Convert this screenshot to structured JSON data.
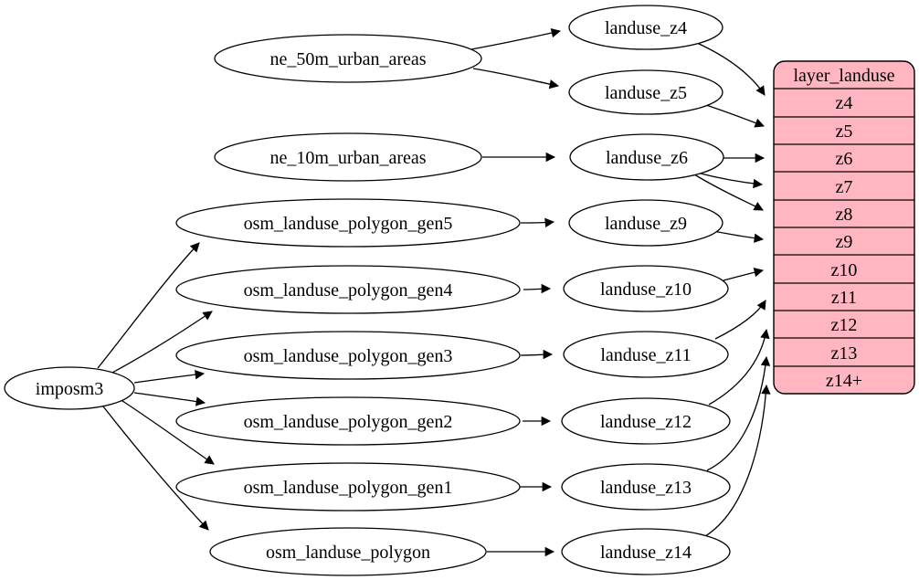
{
  "diagram": {
    "kind": "etl-dependency-graph",
    "colors": {
      "table_fill": "#ffb6c1",
      "node_fill": "#ffffff",
      "stroke": "#000000"
    },
    "nodes": {
      "imposm3": "imposm3",
      "ne_50m": "ne_50m_urban_areas",
      "ne_10m": "ne_10m_urban_areas",
      "gen5": "osm_landuse_polygon_gen5",
      "gen4": "osm_landuse_polygon_gen4",
      "gen3": "osm_landuse_polygon_gen3",
      "gen2": "osm_landuse_polygon_gen2",
      "gen1": "osm_landuse_polygon_gen1",
      "polygon": "osm_landuse_polygon",
      "z4": "landuse_z4",
      "z5": "landuse_z5",
      "z6": "landuse_z6",
      "z9": "landuse_z9",
      "z10": "landuse_z10",
      "z11": "landuse_z11",
      "z12": "landuse_z12",
      "z13": "landuse_z13",
      "z14": "landuse_z14"
    },
    "table": {
      "title": "layer_landuse",
      "rows": [
        "z4",
        "z5",
        "z6",
        "z7",
        "z8",
        "z9",
        "z10",
        "z11",
        "z12",
        "z13",
        "z14+"
      ]
    },
    "edges": [
      {
        "from": "ne_50m_urban_areas",
        "to": "landuse_z4"
      },
      {
        "from": "ne_50m_urban_areas",
        "to": "landuse_z5"
      },
      {
        "from": "ne_10m_urban_areas",
        "to": "landuse_z6"
      },
      {
        "from": "imposm3",
        "to": "osm_landuse_polygon_gen5"
      },
      {
        "from": "imposm3",
        "to": "osm_landuse_polygon_gen4"
      },
      {
        "from": "imposm3",
        "to": "osm_landuse_polygon_gen3"
      },
      {
        "from": "imposm3",
        "to": "osm_landuse_polygon_gen2"
      },
      {
        "from": "imposm3",
        "to": "osm_landuse_polygon_gen1"
      },
      {
        "from": "imposm3",
        "to": "osm_landuse_polygon"
      },
      {
        "from": "osm_landuse_polygon_gen5",
        "to": "landuse_z9"
      },
      {
        "from": "osm_landuse_polygon_gen4",
        "to": "landuse_z10"
      },
      {
        "from": "osm_landuse_polygon_gen3",
        "to": "landuse_z11"
      },
      {
        "from": "osm_landuse_polygon_gen2",
        "to": "landuse_z12"
      },
      {
        "from": "osm_landuse_polygon_gen1",
        "to": "landuse_z13"
      },
      {
        "from": "osm_landuse_polygon",
        "to": "landuse_z14"
      },
      {
        "from": "landuse_z4",
        "to": "layer_landuse:z4"
      },
      {
        "from": "landuse_z5",
        "to": "layer_landuse:z5"
      },
      {
        "from": "landuse_z6",
        "to": "layer_landuse:z6"
      },
      {
        "from": "landuse_z6",
        "to": "layer_landuse:z7"
      },
      {
        "from": "landuse_z6",
        "to": "layer_landuse:z8"
      },
      {
        "from": "landuse_z9",
        "to": "layer_landuse:z9"
      },
      {
        "from": "landuse_z10",
        "to": "layer_landuse:z10"
      },
      {
        "from": "landuse_z11",
        "to": "layer_landuse:z11"
      },
      {
        "from": "landuse_z12",
        "to": "layer_landuse:z12"
      },
      {
        "from": "landuse_z13",
        "to": "layer_landuse:z13"
      },
      {
        "from": "landuse_z14",
        "to": "layer_landuse:z14+"
      }
    ]
  }
}
